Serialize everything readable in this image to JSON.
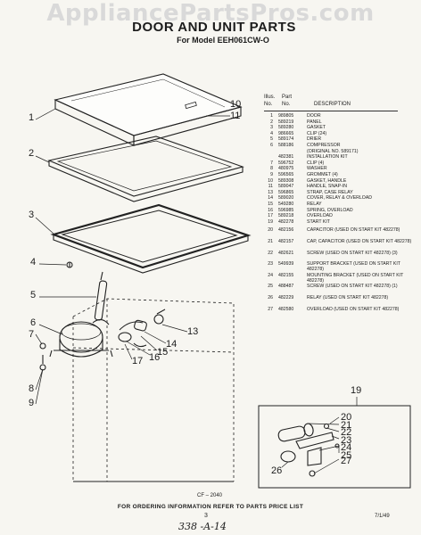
{
  "watermark": "AppliancePartsPros.com",
  "title": "DOOR AND UNIT PARTS",
  "subtitle": "For Model EEH061CW-O",
  "list_header": {
    "illus": "Illus.",
    "part": "Part",
    "no": "No.",
    "part_no": "No.",
    "description": "DESCRIPTION"
  },
  "parts": [
    {
      "n": "1",
      "p": "989805",
      "d": "DOOR"
    },
    {
      "n": "2",
      "p": "589219",
      "d": "PANEL"
    },
    {
      "n": "3",
      "p": "589280",
      "d": "GASKET"
    },
    {
      "n": "4",
      "p": "986665",
      "d": "CLIP (24)"
    },
    {
      "n": "5",
      "p": "589174",
      "d": "DRIER"
    },
    {
      "n": "6",
      "p": "588186",
      "d": "COMPRESSOR"
    },
    {
      "n": "",
      "p": "",
      "d": "(ORIGINAL NO. 589171)"
    },
    {
      "n": "",
      "p": "482381",
      "d": "INSTALLATION KIT"
    },
    {
      "n": "7",
      "p": "596752",
      "d": "CLIP (4)"
    },
    {
      "n": "8",
      "p": "480975",
      "d": "WASHER"
    },
    {
      "n": "9",
      "p": "596565",
      "d": "GROMMET (4)"
    },
    {
      "n": "10",
      "p": "589308",
      "d": "GASKET, HANDLE"
    },
    {
      "n": "11",
      "p": "589047",
      "d": "HANDLE, SNAP-IN"
    },
    {
      "n": "13",
      "p": "596865",
      "d": "STRAP, CASE RELAY"
    },
    {
      "n": "14",
      "p": "589020",
      "d": "COVER, RELAY & OVERLOAD"
    },
    {
      "n": "15",
      "p": "549280",
      "d": "RELAY"
    },
    {
      "n": "16",
      "p": "596985",
      "d": "SPRING, OVERLOAD"
    },
    {
      "n": "17",
      "p": "589218",
      "d": "OVERLOAD"
    },
    {
      "n": "19",
      "p": "482278",
      "d": "START KIT"
    },
    {
      "n": "20",
      "p": "482156",
      "d": "CAPACITOR (USED ON START KIT 482278)"
    },
    {
      "n": "21",
      "p": "482157",
      "d": "CAP, CAPACITOR (USED ON START KIT 482278)"
    },
    {
      "n": "22",
      "p": "482621",
      "d": "SCREW (USED ON START KIT 482278) (3)"
    },
    {
      "n": "23",
      "p": "549939",
      "d": "SUPPORT BRACKET (USED ON START KIT 482278)"
    },
    {
      "n": "24",
      "p": "482155",
      "d": "MOUNTING BRACKET (USED ON START KIT 482278)"
    },
    {
      "n": "25",
      "p": "488487",
      "d": "SCREW (USED ON START KIT 482278) (1)"
    },
    {
      "n": "26",
      "p": "482229",
      "d": "RELAY (USED ON START KIT 482278)"
    },
    {
      "n": "27",
      "p": "482580",
      "d": "OVERLOAD (USED ON START KIT 482278)"
    }
  ],
  "callouts": {
    "c1": "1",
    "c2": "2",
    "c3": "3",
    "c4": "4",
    "c5": "5",
    "c6": "6",
    "c7": "7",
    "c8": "8",
    "c9": "9",
    "c10": "10",
    "c11": "11",
    "c13": "13",
    "c14": "14",
    "c15": "15",
    "c16": "16",
    "c17": "17",
    "c19": "19",
    "c20": "20",
    "c21": "21",
    "c22": "22",
    "c23": "23",
    "c24": "24",
    "c25": "25",
    "c26": "26",
    "c27": "27"
  },
  "fig_code": "CF – 2040",
  "footer": "FOR ORDERING INFORMATION REFER TO PARTS PRICE LIST",
  "page_number": "3",
  "corner_code": "7/1/49",
  "handwritten_note": "338 -A-14"
}
